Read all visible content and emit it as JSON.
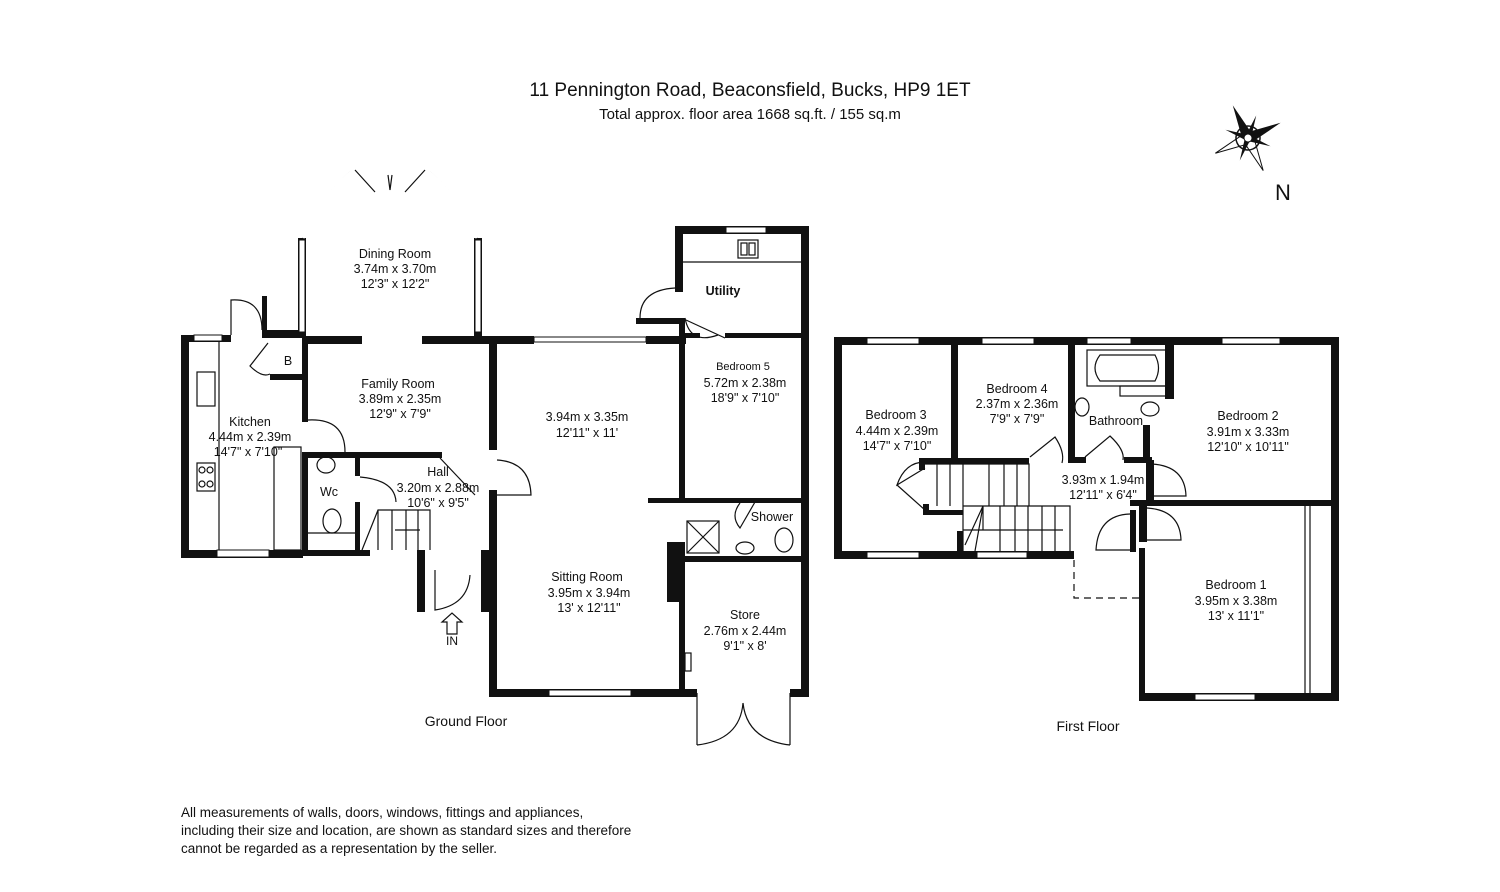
{
  "header": {
    "address": "11 Pennington Road, Beaconsfield, Bucks, HP9 1ET",
    "area": "Total approx. floor area 1668 sq.ft. / 155 sq.m"
  },
  "compass": {
    "label": "N"
  },
  "ground_floor": {
    "label": "Ground Floor",
    "entrance": "IN",
    "rooms": {
      "dining": {
        "name": "Dining Room",
        "metric": "3.74m x 3.70m",
        "imperial": "12'3\" x 12'2\""
      },
      "family": {
        "name": "Family Room",
        "metric": "3.89m x 2.35m",
        "imperial": "12'9\" x 7'9\""
      },
      "kitchen": {
        "name": "Kitchen",
        "metric": "4.44m x 2.39m",
        "imperial": "14'7\" x 7'10\""
      },
      "boiler": {
        "name": "B"
      },
      "wc": {
        "name": "Wc"
      },
      "hall": {
        "name": "Hall",
        "metric": "3.20m x 2.88m",
        "imperial": "10'6\" x 9'5\""
      },
      "middle": {
        "metric": "3.94m x 3.35m",
        "imperial": "12'11\" x 11'"
      },
      "sitting": {
        "name": "Sitting Room",
        "metric": "3.95m x 3.94m",
        "imperial": "13' x 12'11\""
      },
      "utility": {
        "name": "Utility"
      },
      "bedroom5": {
        "name": "Bedroom 5",
        "metric": "5.72m x 2.38m",
        "imperial": "18'9\" x 7'10\""
      },
      "shower": {
        "name": "Shower"
      },
      "store": {
        "name": "Store",
        "metric": "2.76m x 2.44m",
        "imperial": "9'1\" x 8'"
      }
    }
  },
  "first_floor": {
    "label": "First Floor",
    "rooms": {
      "bedroom3": {
        "name": "Bedroom 3",
        "metric": "4.44m x 2.39m",
        "imperial": "14'7\" x 7'10\""
      },
      "bedroom4": {
        "name": "Bedroom 4",
        "metric": "2.37m x 2.36m",
        "imperial": "7'9\" x 7'9\""
      },
      "bathroom": {
        "name": "Bathroom"
      },
      "bedroom2": {
        "name": "Bedroom 2",
        "metric": "3.91m x 3.33m",
        "imperial": "12'10\" x 10'11\""
      },
      "landing": {
        "metric": "3.93m x 1.94m",
        "imperial": "12'11\" x 6'4\""
      },
      "bedroom1": {
        "name": "Bedroom 1",
        "metric": "3.95m x 3.38m",
        "imperial": "13' x 11'1\""
      }
    }
  },
  "disclaimer": [
    "All measurements of walls, doors, windows, fittings and appliances,",
    "including their size and location, are shown as standard sizes and therefore",
    "cannot be regarded as a representation by the seller."
  ]
}
